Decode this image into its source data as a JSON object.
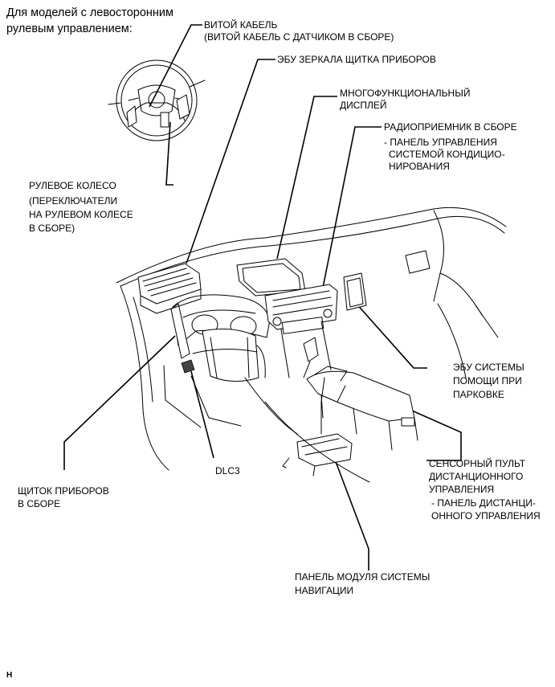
{
  "header": {
    "title_line1": "Для моделей с левосторонним",
    "title_line2": "рулевым управлением:"
  },
  "labels": {
    "spiral_cable_1": "ВИТОЙ КАБЕЛЬ",
    "spiral_cable_2": "(ВИТОЙ КАБЕЛЬ С ДАТЧИКОМ В СБОРЕ)",
    "mirror_ecu": "ЭБУ ЗЕРКАЛА ЩИТКА ПРИБОРОВ",
    "multi_display_1": "МНОГОФУНКЦИОНАЛЬНЫЙ",
    "multi_display_2": "ДИСПЛЕЙ",
    "radio_1": "РАДИОПРИЕМНИК В СБОРЕ",
    "radio_2": "- ПАНЕЛЬ УПРАВЛЕНИЯ",
    "radio_3": "СИСТЕМОЙ КОНДИЦИО-",
    "radio_4": "НИРОВАНИЯ",
    "wheel_1": "РУЛЕВОЕ КОЛЕСО",
    "wheel_2": "(ПЕРЕКЛЮЧАТЕЛИ",
    "wheel_3": "НА РУЛЕВОМ КОЛЕСЕ",
    "wheel_4": "В СБОРЕ)",
    "parking_1": "ЭБУ СИСТЕМЫ",
    "parking_2": "ПОМОЩИ ПРИ",
    "parking_3": "ПАРКОВКЕ",
    "dlc3": "DLC3",
    "cluster_1": "ЩИТОК ПРИБОРОВ",
    "cluster_2": "В СБОРЕ",
    "touch_1": "СЕНСОРНЫЙ ПУЛЬТ",
    "touch_2": "ДИСТАНЦИОННОГО",
    "touch_3": "УПРАВЛЕНИЯ",
    "touch_4": "- ПАНЕЛЬ ДИСТАНЦИ-",
    "touch_5": "ОННОГО УПРАВЛЕНИЯ",
    "nav_1": "ПАНЕЛЬ МОДУЛЯ СИСТЕМЫ",
    "nav_2": "НАВИГАЦИИ"
  },
  "footer": {
    "mark": "H"
  }
}
